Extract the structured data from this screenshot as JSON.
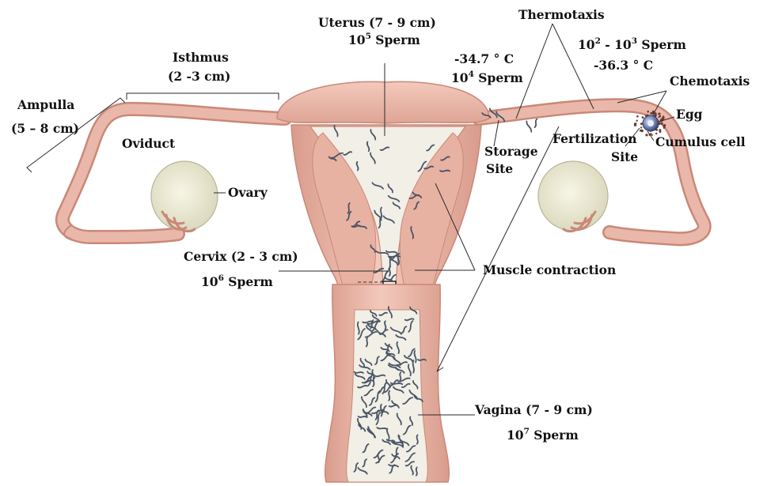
{
  "labels": {
    "uterus": "Uterus (7 - 9 cm)",
    "uterus_sperm": {
      "base": "10",
      "exp": "5",
      "unit": " Sperm"
    },
    "thermotaxis": "Thermotaxis",
    "isthmus": "Isthmus",
    "isthmus_size": "(2 -3 cm)",
    "ampulla": "Ampulla",
    "ampulla_size": "(5 – 8 cm)",
    "oviduct": "Oviduct",
    "ovary": "Ovary",
    "temp_storage": "-34.7 ° C",
    "storage_sperm": {
      "base": "10",
      "exp": "4",
      "unit": " Sperm"
    },
    "fert_sperm": {
      "base1": "10",
      "exp1": "2",
      "dash": " - ",
      "base2": "10",
      "exp2": "3",
      "unit": " Sperm"
    },
    "temp_fert": "-36.3 ° C",
    "chemotaxis": "Chemotaxis",
    "egg": "Egg",
    "cumulus": "Cumulus cell",
    "fertilization": "Fertilization",
    "fert_site": "Site",
    "storage": "Storage",
    "storage_site": "Site",
    "cervix": "Cervix (2 - 3 cm)",
    "cervix_sperm": {
      "base": "10",
      "exp": "6",
      "unit": " Sperm"
    },
    "muscle": "Muscle contraction",
    "vagina": "Vagina (7 - 9 cm)",
    "vagina_sperm": {
      "base": "10",
      "exp": "7",
      "unit": " Sperm"
    }
  },
  "colors": {
    "tissue": "#eab8aa",
    "tissue_dark": "#c98878",
    "muscle": "#f0c3b6",
    "cavity": "#f1efe6",
    "ovary": "#ecebd4",
    "sperm": "#4a5566",
    "egg": "#5e6f9e"
  }
}
